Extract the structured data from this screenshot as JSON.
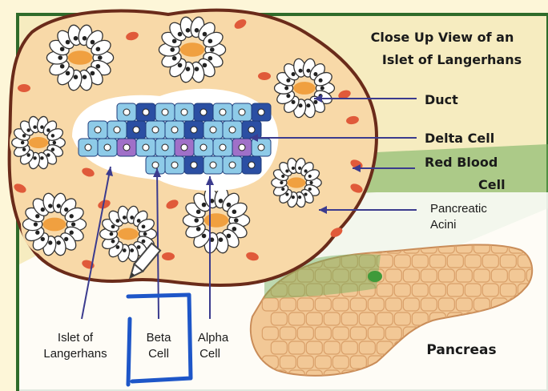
{
  "title": {
    "line1": "Close Up View of an",
    "line2": "Islet of Langerhans"
  },
  "labels": {
    "duct": "Duct",
    "delta_cell": "Delta Cell",
    "red_blood_cell_line1": "Red Blood",
    "red_blood_cell_line2": "Cell",
    "pancreatic_acini_line1": "Pancreatic",
    "pancreatic_acini_line2": "Acini",
    "islet_line1": "Islet of",
    "islet_line2": "Langerhans",
    "beta_line1": "Beta",
    "beta_line2": "Cell",
    "alpha_line1": "Alpha",
    "alpha_line2": "Cell",
    "pancreas": "Pancreas"
  },
  "colors": {
    "background_panel": "#f6ecc0",
    "tissue": "#f8d9a8",
    "tissue_border": "#6a2b1a",
    "acinus_center": "#f0a040",
    "red_blood_cell": "#e05a3a",
    "alpha_cell": "#8ecbe8",
    "beta_cell": "#2b4fa3",
    "delta_cell": "#a070c8",
    "pancreas": "#f2c896",
    "callout_green": "#5aa04a",
    "annotation_blue": "#1e56c8",
    "leader_line": "#3b3b8e"
  },
  "icons": [
    "pencil-cursor-icon"
  ]
}
